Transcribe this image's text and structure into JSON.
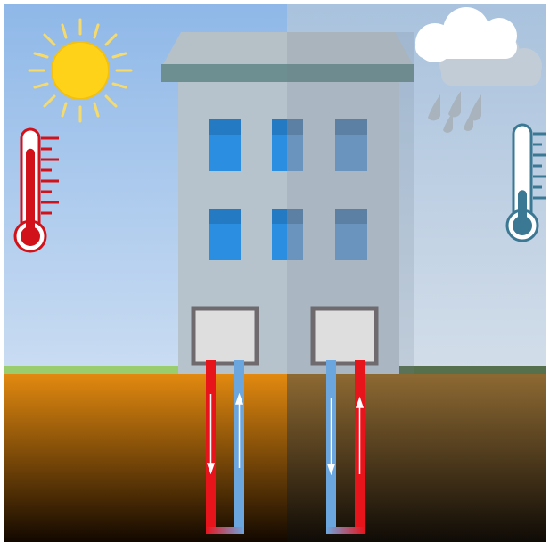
{
  "scene": {
    "left_panel": {
      "season": "summer",
      "weather_icon": "sun-icon",
      "thermometer_icon": "thermometer-hot-icon",
      "thermometer_level": 0.85,
      "pipe_flow": [
        "down",
        "up"
      ]
    },
    "right_panel": {
      "season": "winter",
      "weather_icon": "rain-cloud-icon",
      "thermometer_icon": "thermometer-cold-icon",
      "thermometer_level": 0.35,
      "pipe_flow": [
        "down",
        "up"
      ]
    }
  },
  "colors": {
    "warm_sky_top": "#8fb8e8",
    "warm_sky_bottom": "#c9dcf2",
    "cold_sky_top": "#a9c2dd",
    "cold_sky_bottom": "#d2dde9",
    "warm_ground_top": "#e38a10",
    "warm_ground_bottom": "#120800",
    "cold_ground_top": "#8e6a33",
    "cold_ground_bottom": "#0f0b06",
    "warm_grass": "#9acd6e",
    "cold_grass": "#566f4c",
    "building_wall": "#b7c3cc",
    "roof": "#b6c0c7",
    "cornice": "#6e8f91",
    "window_warm": "#2b8ee0",
    "window_cold": "#6a93bd",
    "hot_pipe": "#e8141c",
    "cold_pipe": "#6ba6df",
    "hot_thermometer": "#d1121a",
    "cold_thermometer": "#3b7893",
    "sun": "#ffd21a",
    "sun_rays": "#f7db6a"
  }
}
